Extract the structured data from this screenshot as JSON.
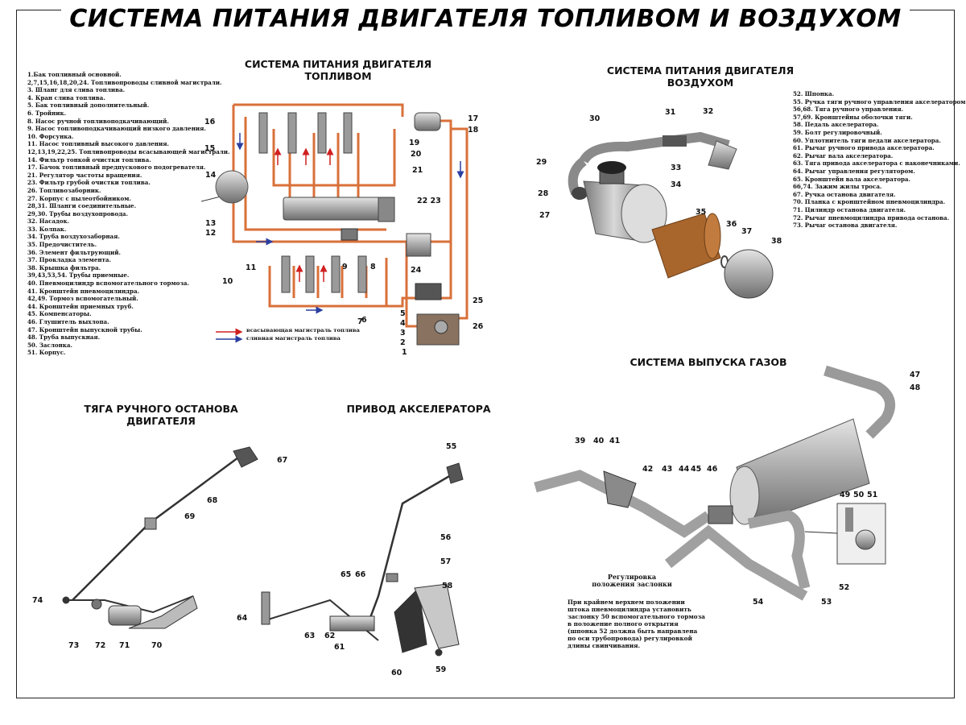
{
  "title": "СИСТЕМА ПИТАНИЯ ДВИГАТЕЛЯ ТОПЛИВОМ И ВОЗДУХОМ",
  "sections": {
    "fuel": "СИСТЕМА ПИТАНИЯ ДВИГАТЕЛЯ\nТОПЛИВОМ",
    "air": "СИСТЕМА ПИТАНИЯ ДВИГАТЕЛЯ\nВОЗДУХОМ",
    "exhaust": "СИСТЕМА ВЫПУСКА ГАЗОВ",
    "manual_stop": "ТЯГА РУЧНОГО ОСТАНОВА ДВИГАТЕЛЯ",
    "accelerator": "ПРИВОД АКСЕЛЕРАТОРА"
  },
  "legend_left": [
    "1.Бак топливный основной.",
    "2,7,15,16,18,20,24. Топливопроводы сливной магистрали.",
    "3. Шланг для слива топлива.",
    "4. Кран слива топлива.",
    "5. Бак топливный дополнительный.",
    "6. Тройник.",
    "8. Насос ручной топливоподкачивающий.",
    "9. Насос топливоподкачивающий низкого давления.",
    "10. Форсунка.",
    "11. Насос топливный высокого давления.",
    "12,13,19,22,25. Топливопроводы всасывающей магистрали.",
    "14. Фильтр тонкой очистки топлива.",
    "17. Бачок топливный предпускового подогревателя.",
    "21. Регулятор частоты вращения.",
    "23. Фильтр грубой очистки топлива.",
    "26. Топливозаборник.",
    "27. Корпус с пылеотбойником.",
    "28,31. Шланги соединительные.",
    "29,30. Трубы воздухопровода.",
    "32. Насадок.",
    "33. Колпак.",
    "34. Труба воздухозаборная.",
    "35. Предочиститель.",
    "36. Элемент фильтрующий.",
    "37. Прокладка элемента.",
    "38. Крышка фильтра.",
    "39,43,53,54. Трубы приемные.",
    "40. Пневмоцилиндр вспомогательного тормоза.",
    "41. Кронштейн пневмоцилиндра.",
    "42,49. Тормоз вспомогательный.",
    "44. Кронштейн приемных труб.",
    "45. Компенсаторы.",
    "46. Глушитель выхлопа.",
    "47. Кронштейн выпускной трубы.",
    "48. Труба выпускная.",
    "50. Заслонка.",
    "51. Корпус."
  ],
  "legend_right": [
    "52. Шпонка.",
    "55. Ручка тяги ручного управления акселератором.",
    "56,68. Тяга ручного управления.",
    "57,69. Кронштейны оболочки тяги.",
    "58. Педаль акселератора.",
    "59. Болт регулировочный.",
    "60. Уплотнитель тяги педали акселератора.",
    "61. Рычаг ручного привода акселератора.",
    "62. Рычаг вала акселератора.",
    "63. Тяга привода акселератора с наконечниками.",
    "64. Рычаг управления регулятором.",
    "65. Кронштейн вала акселератора.",
    "66,74. Зажим жилы троса.",
    "67. Ручка останова двигателя.",
    "70. Планка с кронштейном пневмоцилиндра.",
    "71. Цилиндр останова двигателя.",
    "72. Рычаг пневмоцилиндра привода останова.",
    "73. Рычаг останова двигателя."
  ],
  "flow_legend": {
    "suction": "всасывающая магистраль топлива",
    "drain": "сливная магистраль топлива"
  },
  "adjust": {
    "title": "Регулировка\nположения заслонки",
    "text": "При крайнем верхнем положении\nштока пневмоцилиндра установить\nзаслонку 50 вспомогательного тормоза\nв положение полного открытия\n(шпонка 52 должна быть направлена\nпо оси трубопровода) регулировкой\nдлины свинчивания."
  },
  "callouts_fuel": [
    "1",
    "2",
    "3",
    "4",
    "5",
    "6",
    "7",
    "8",
    "9",
    "10",
    "11",
    "12",
    "13",
    "14",
    "15",
    "16",
    "17",
    "18",
    "19",
    "20",
    "21",
    "22 23",
    "24",
    "25",
    "26"
  ],
  "callouts_air": [
    "27",
    "28",
    "29",
    "30",
    "31",
    "32",
    "33",
    "34",
    "35",
    "36",
    "37",
    "38"
  ],
  "callouts_exhaust": [
    "39",
    "40",
    "41",
    "42",
    "43",
    "44",
    "45",
    "46",
    "47",
    "48",
    "49",
    "50",
    "51",
    "52",
    "53",
    "54"
  ],
  "callouts_stop": [
    "67",
    "68",
    "69",
    "70",
    "71",
    "72",
    "73",
    "74"
  ],
  "callouts_accel": [
    "55",
    "56",
    "57",
    "58",
    "59",
    "60",
    "61",
    "62",
    "63",
    "64",
    "65",
    "66"
  ],
  "colors": {
    "fuel_line": "#d9703a",
    "drain_arrow": "#2a3fa0",
    "suction_arrow": "#d02020",
    "component_gray": "#9a9a9a",
    "filter_brown": "#a8652c"
  }
}
